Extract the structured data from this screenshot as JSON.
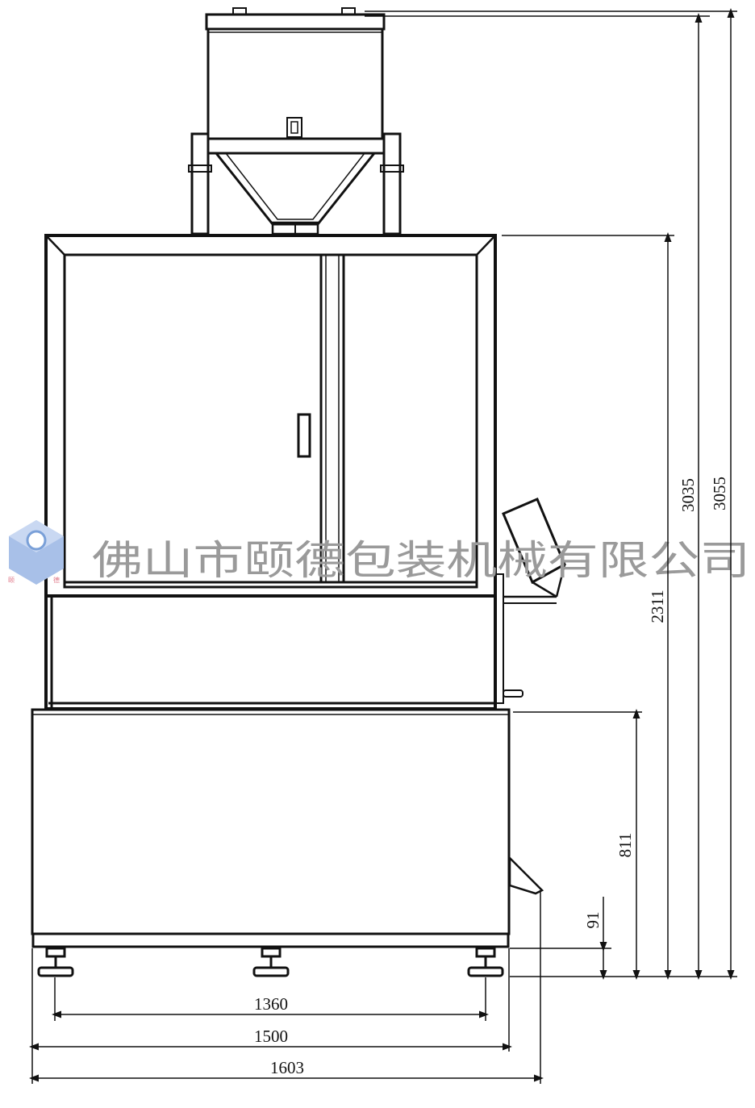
{
  "dimensions": {
    "overall_height": "3055",
    "hopper_top_height": "3035",
    "main_body_height": "2311",
    "base_cabinet_height": "811",
    "foot_height": "91",
    "foot_spacing": "1360",
    "base_width": "1500",
    "overall_width": "1603"
  },
  "watermark": {
    "company": "佛山市颐德包装机械有限公司",
    "logo_chars": [
      "颐",
      "德"
    ]
  },
  "colors": {
    "line": "#111111",
    "watermark": "#9a9a9a",
    "logo": "#7aa0d8"
  }
}
